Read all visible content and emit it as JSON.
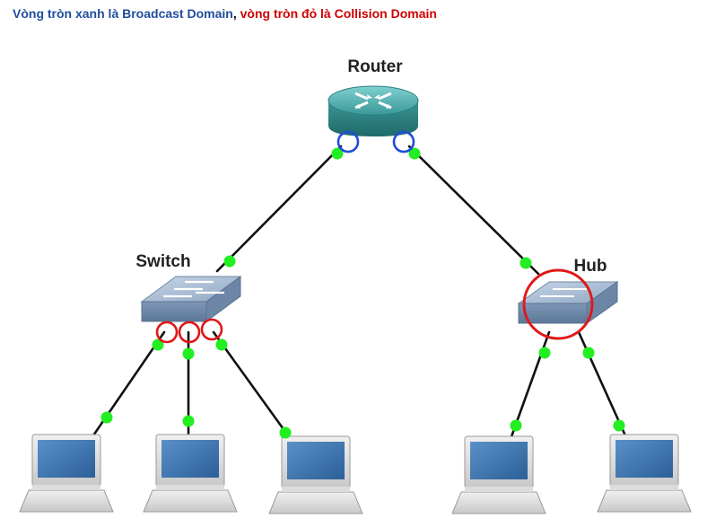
{
  "caption": {
    "part_broadcast": "Vòng tròn xanh là Broadcast Domain",
    "separator": ", ",
    "part_collision": "vòng tròn đỏ là Collision Domain",
    "color_broadcast": "#1f4e9c",
    "color_collision": "#d00000"
  },
  "nodes": {
    "router_label": "Router",
    "switch_label": "Switch",
    "hub_label": "Hub"
  },
  "colors": {
    "link": "#111111",
    "port_dot": "#22ee22",
    "broadcast_circle": "#1f4ed8",
    "collision_circle": "#e01818",
    "router_body": "#3e9c9c",
    "device_body": "#9fb4cc"
  }
}
